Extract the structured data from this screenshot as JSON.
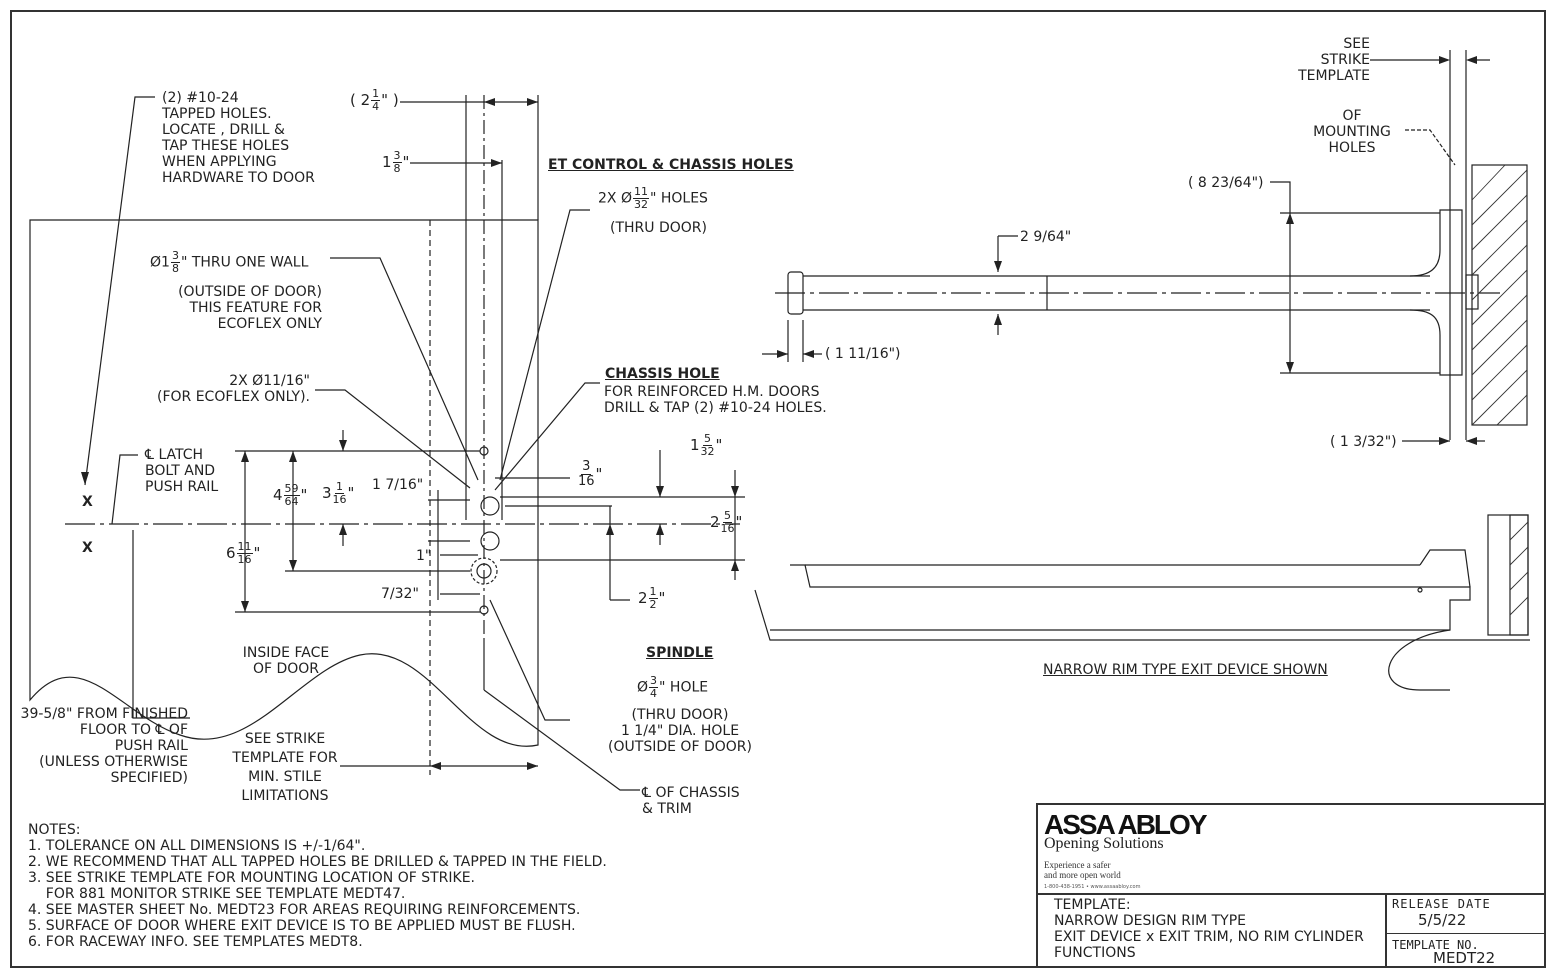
{
  "drawing": {
    "notes_title": "NOTES:",
    "notes": [
      "1. TOLERANCE ON ALL DIMENSIONS IS +/-1/64\".",
      "2. WE RECOMMEND THAT ALL TAPPED HOLES BE DRILLED & TAPPED IN THE FIELD.",
      "3. SEE STRIKE TEMPLATE FOR MOUNTING LOCATION OF STRIKE.",
      "    FOR 881 MONITOR STRIKE SEE TEMPLATE MEDT47.",
      "4. SEE MASTER SHEET No. MEDT23 FOR AREAS REQUIRING REINFORCEMENTS.",
      "5. SURFACE OF DOOR WHERE EXIT DEVICE IS TO BE APPLIED MUST BE FLUSH.",
      "6. FOR RACEWAY INFO. SEE TEMPLATES MEDT8."
    ],
    "callouts": {
      "tapped_holes": "(2) #10-24\nTAPPED HOLES.\nLOCATE , DRILL &\nTAP THESE HOLES\nWHEN APPLYING\nHARDWARE TO DOOR",
      "et_control_heading": "ET CONTROL & CHASSIS HOLES",
      "et_holes_prefix": "2X Ø",
      "et_holes_suffix": "\" HOLES",
      "et_holes_sub": "(THRU DOOR)",
      "thru_one_wall_prefix": "Ø1",
      "thru_one_wall_suffix": "\" THRU ONE WALL",
      "thru_one_wall_sub": "(OUTSIDE OF DOOR)\nTHIS FEATURE FOR\nECOFLEX ONLY",
      "ecoflex_holes": "2X  Ø11/16\"\n(FOR ECOFLEX ONLY).",
      "chassis_heading": "CHASSIS HOLE",
      "chassis_text": "FOR REINFORCED H.M. DOORS\nDRILL & TAP (2) #10-24 HOLES.",
      "latch_bolt": "℄ LATCH\nBOLT AND\nPUSH RAIL",
      "inside_face": "INSIDE FACE\nOF DOOR",
      "floor_note": "39-5/8\" FROM FINISHED\nFLOOR TO ℄ OF\nPUSH RAIL\n(UNLESS OTHERWISE\nSPECIFIED)",
      "strike_min_stile": "SEE STRIKE\nTEMPLATE FOR\nMIN. STILE\nLIMITATIONS",
      "spindle_heading": "SPINDLE",
      "spindle_hole_prefix": "Ø",
      "spindle_hole_suffix": "\" HOLE",
      "spindle_sub": "(THRU DOOR)\n1 1/4\" DIA. HOLE\n(OUTSIDE OF DOOR)",
      "chassis_trim": "℄ OF CHASSIS\n& TRIM",
      "see_strike_template": "SEE\nSTRIKE\nTEMPLATE",
      "of_mounting_holes": "OF\nMOUNTING\nHOLES",
      "narrow_rim_shown": "NARROW RIM TYPE EXIT DEVICE SHOWN",
      "x_mark": "X"
    },
    "dimensions": {
      "d_2_1_4_whole": "2",
      "d_2_1_4_num": "1",
      "d_2_1_4_den": "4",
      "d_1_3_8_whole": "1",
      "d_1_3_8_num": "3",
      "d_1_3_8_den": "8",
      "d_11_32_num": "11",
      "d_11_32_den": "32",
      "d_3_8_num": "3",
      "d_3_8_den": "8",
      "d_3_16_num": "3",
      "d_3_16_den": "16",
      "d_1_5_32_whole": "1",
      "d_1_5_32_num": "5",
      "d_1_5_32_den": "32",
      "d_4_59_64_whole": "4",
      "d_4_59_64_num": "59",
      "d_4_59_64_den": "64",
      "d_3_1_16_whole": "3",
      "d_3_1_16_num": "1",
      "d_3_1_16_den": "16",
      "d_1_7_16": "1 7/16\"",
      "d_2_5_16_whole": "2",
      "d_2_5_16_num": "5",
      "d_2_5_16_den": "16",
      "d_1": "1\"",
      "d_6_11_16_whole": "6",
      "d_6_11_16_num": "11",
      "d_6_11_16_den": "16",
      "d_7_32": "7/32\"",
      "d_2_1_2_whole": "2",
      "d_2_1_2_num": "1",
      "d_2_1_2_den": "2",
      "d_3_4_num": "3",
      "d_3_4_den": "4",
      "d_8_23_64": "( 8 23/64\")",
      "d_2_9_64": "2 9/64\"",
      "d_1_11_16": "( 1 11/16\")",
      "d_1_3_32": "( 1 3/32\")",
      "inch": "\""
    }
  },
  "title_block": {
    "brand": "ASSA ABLOY",
    "brand_sub": "Opening Solutions",
    "tagline": "Experience a safer\nand more open world",
    "contact": "1-800-438-1951 • www.assaabloy.com",
    "template_text": "TEMPLATE:\nNARROW DESIGN RIM TYPE\nEXIT DEVICE x EXIT TRIM, NO RIM CYLINDER\nFUNCTIONS",
    "release_date_label": "RELEASE DATE",
    "release_date": "5/5/22",
    "template_no_label": "TEMPLATE NO.",
    "template_no": "MEDT22"
  }
}
